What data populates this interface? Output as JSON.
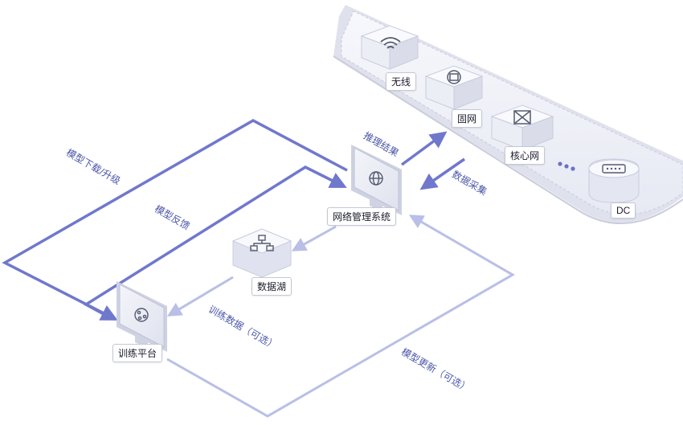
{
  "devices": {
    "wireless": "无线",
    "fixed": "固网",
    "core": "核心网",
    "dc": "DC",
    "nms": "网络管理系统",
    "lake": "数据湖",
    "training": "训练平台"
  },
  "flows": {
    "inference_result": "推理结果",
    "data_collection": "数据采集",
    "model_download": "模型下载/升级",
    "model_feedback": "模型反馈",
    "training_data": "训练数据（可选）",
    "model_update": "模型更新（可选）"
  },
  "colors": {
    "strong_line": "#7078cc",
    "light_line": "#b9bfe6",
    "panel_fill": "#eceef6",
    "panel_border": "#c7cadd"
  }
}
